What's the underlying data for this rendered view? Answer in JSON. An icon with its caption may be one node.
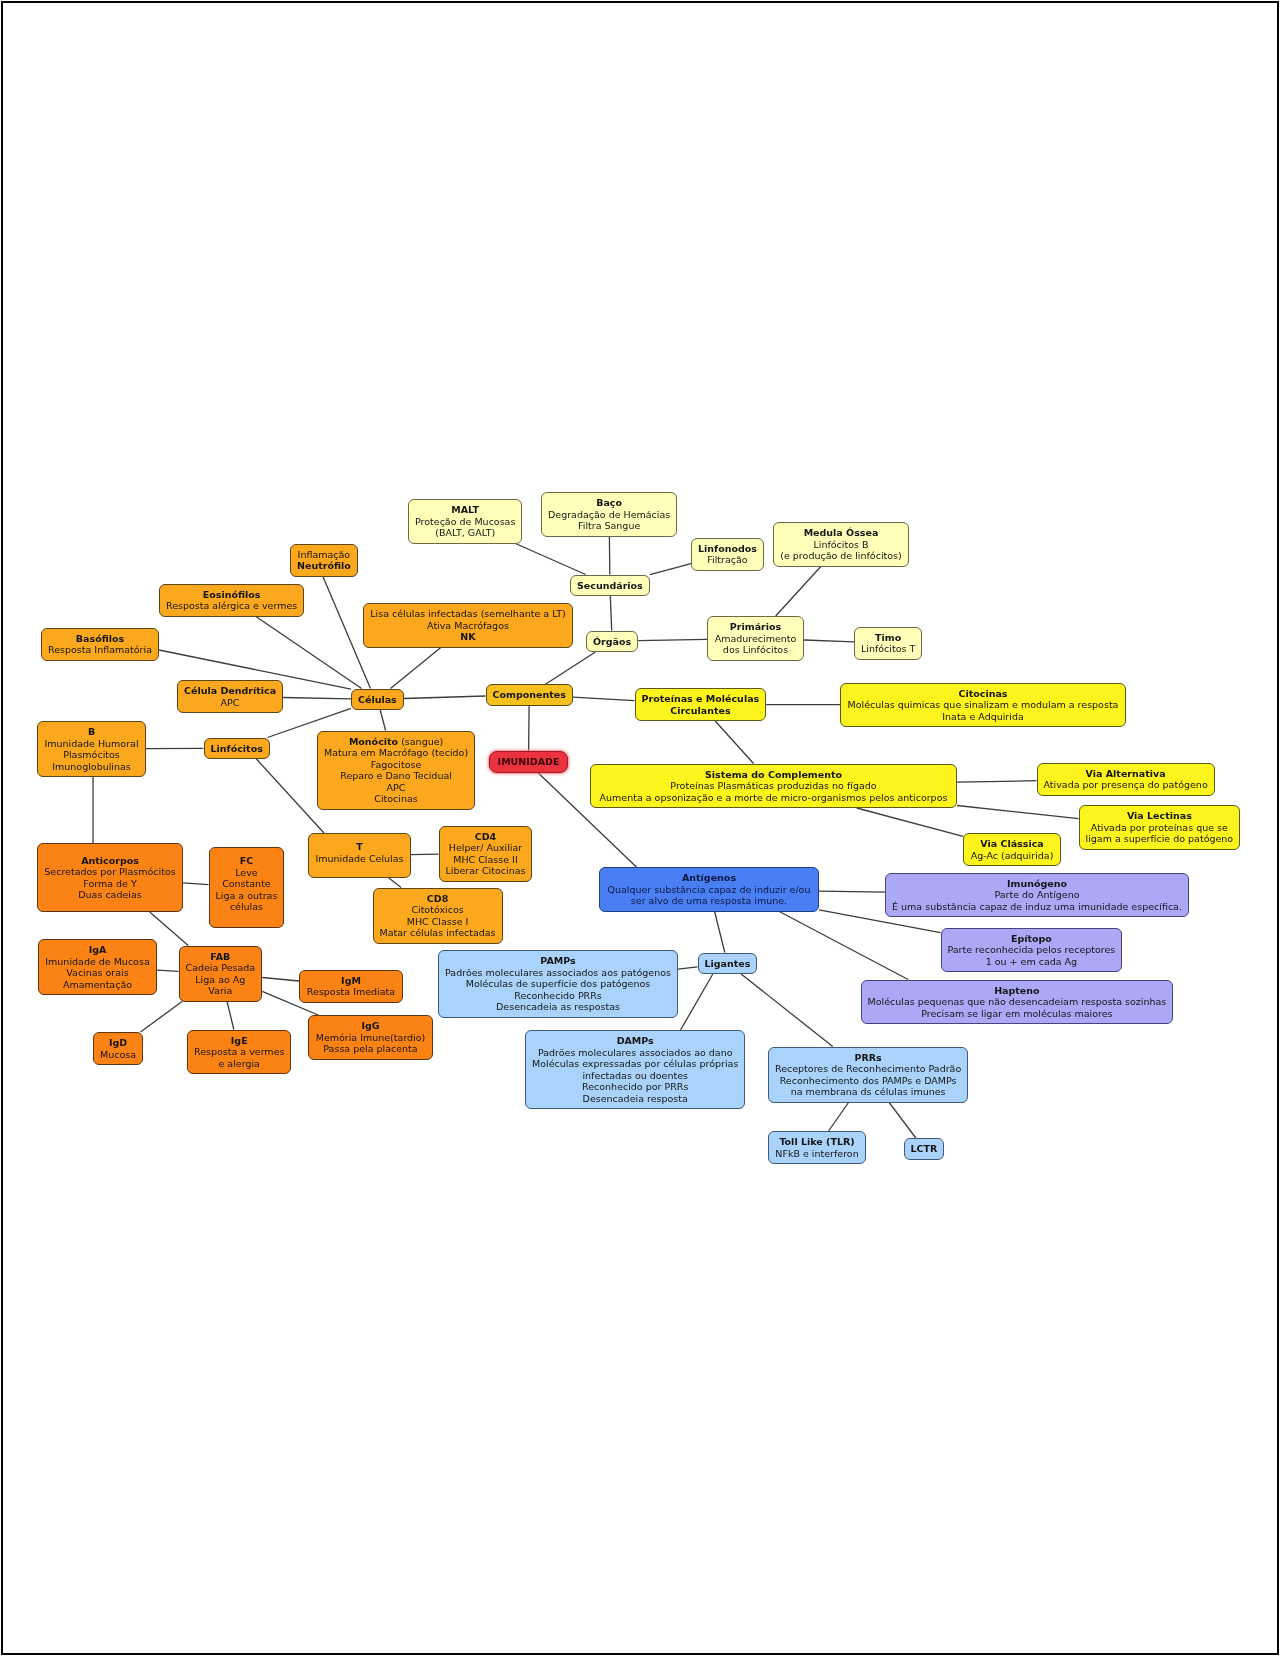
{
  "diagram": {
    "nodes": [
      {
        "text": [
          "Baço",
          "Degradação de Hemácias Filtra Sangue"
        ]
      },
      {
        "text": [
          "MALT",
          "Proteção de Mucosas (BALT, GALT)"
        ]
      },
      {
        "text": [
          "Medula Óssea",
          "Linfócitos B (e produção de linfócitos)"
        ]
      },
      {
        "text": [
          "Inflamação",
          "Neutrófilo"
        ]
      },
      {
        "text": [
          "Linfonodos",
          "Filtração"
        ]
      },
      {
        "text": [
          "Secundários"
        ]
      },
      {
        "text": [
          "Eosinófilos",
          "Resposta alérgica e vermes"
        ]
      },
      {
        "text": [
          "Lisa células infectadas (semelhante a LT) Ativa Macrófagos",
          "NK"
        ]
      },
      {
        "text": [
          "Primários",
          "Amadurecimento dos Linfócitos"
        ]
      },
      {
        "text": [
          "Basófilos",
          "Resposta Inflamatória"
        ]
      },
      {
        "text": [
          "Órgãos"
        ]
      },
      {
        "text": [
          "Timo",
          "Linfócitos T"
        ]
      },
      {
        "text": [
          "Célula Dendrítica",
          "APC"
        ]
      },
      {
        "text": [
          "Componentes"
        ]
      },
      {
        "text": [
          "Células"
        ]
      },
      {
        "text": [
          "Proteínas e Moléculas Circulantes"
        ]
      },
      {
        "text": [
          "Citocinas",
          "Moléculas quimicas que sinalizam e modulam a resposta Inata e Adquirida"
        ]
      },
      {
        "text": [
          "B",
          "Imunidade Humoral Plasmócitos Imunoglobulinas"
        ]
      },
      {
        "text": [
          "Linfócitos"
        ]
      },
      {
        "text": [
          "**Monócito** (sangue)",
          "Matura em Macrófago (tecido) Fagocitose Reparo e Dano Tecidual APC Citocinas"
        ]
      },
      {
        "text": [
          "IMUNIDADE"
        ]
      },
      {
        "text": [
          "Sistema do Complemento",
          "Proteínas Plasmáticas produzidas no fígado Aumenta a opsonização e a morte de micro-organismos pelos anticorpos"
        ]
      },
      {
        "text": [
          "Via Alternativa",
          "Ativada por presença do patógeno"
        ]
      },
      {
        "text": [
          "Via Lectinas",
          "Ativada por proteínas que se ligam a superfície do patógeno"
        ]
      },
      {
        "text": [
          "Anticorpos",
          "Secretados por Plasmócitos Forma de Y Duas cadeias"
        ]
      },
      {
        "text": [
          "FC",
          "Leve Constante Liga a outras células"
        ]
      },
      {
        "text": [
          "T",
          "Imunidade Celulas"
        ]
      },
      {
        "text": [
          "CD4",
          "Helper/ Auxiliar MHC Classe II Liberar Citocinas"
        ]
      },
      {
        "text": [
          "Via Clássica",
          "Ag-Ac (adquirida)"
        ]
      },
      {
        "text": [
          "Antígenos",
          "Qualquer substância capaz de induzir e/ou ser alvo de uma resposta imune."
        ]
      },
      {
        "text": [
          "Imunógeno",
          "Parte do Antígeno É uma substância capaz de induz uma imunidade específica."
        ]
      },
      {
        "text": [
          "CD8",
          "Citotóxicos MHC Classe I Matar células infectadas"
        ]
      },
      {
        "text": [
          "Epítopo",
          "Parte reconhecida pelos receptores 1 ou + em cada Ag"
        ]
      },
      {
        "text": [
          "IgA",
          "Imunidade de Mucosa Vacinas orais Amamentação"
        ]
      },
      {
        "text": [
          "FAB",
          "Cadeia Pesada Liga ao Ag Varia"
        ]
      },
      {
        "text": [
          "PAMPs",
          "Padrões moleculares associados aos patógenos Moléculas de superfície dos patógenos Reconhecido PRRs Desencadeia as respostas"
        ]
      },
      {
        "text": [
          "Ligantes"
        ]
      },
      {
        "text": [
          "IgM",
          "Resposta Imediata"
        ]
      },
      {
        "text": [
          "Hapteno",
          "Moléculas pequenas que não desencadeiam resposta sozinhas Precisam se ligar em moléculas maiores"
        ]
      },
      {
        "text": [
          "IgG",
          "Memória Imune(tardio) Passa pela placenta"
        ]
      },
      {
        "text": [
          "IgD",
          "Mucosa"
        ]
      },
      {
        "text": [
          "IgE",
          "Resposta a vermes e alergia"
        ]
      },
      {
        "text": [
          "DAMPs",
          "Padrões moleculares associados ao dano Moléculas expressadas por células próprias infectadas ou doentes Reconhecido por PRRs Desencadeia resposta"
        ]
      },
      {
        "text": [
          "PRRs",
          "Receptores de Reconhecimento Padrão Reconhecimento dos PAMPs e DAMPs na membrana ds células imunes"
        ]
      },
      {
        "text": [
          "Toll Like (TLR)",
          "NFkB e interferon"
        ]
      },
      {
        "text": [
          "LCTR"
        ]
      }
    ],
    "edges": [
      {
        "from": 20,
        "to": 13,
        "arrow": "none"
      },
      {
        "from": 13,
        "to": 14,
        "arrow": "none"
      },
      {
        "from": 13,
        "to": 10,
        "arrow": "none"
      },
      {
        "from": 13,
        "to": 15,
        "arrow": "none"
      },
      {
        "from": 10,
        "to": 5,
        "arrow": "none"
      },
      {
        "from": 10,
        "to": 8,
        "arrow": "none"
      },
      {
        "from": 5,
        "to": 1,
        "arrow": "none"
      },
      {
        "from": 5,
        "to": 0,
        "arrow": "none"
      },
      {
        "from": 5,
        "to": 4,
        "arrow": "none"
      },
      {
        "from": 8,
        "to": 2,
        "arrow": "none"
      },
      {
        "from": 8,
        "to": 11,
        "arrow": "none"
      },
      {
        "from": 15,
        "to": 16,
        "arrow": "none"
      },
      {
        "from": 15,
        "to": 21,
        "arrow": "none"
      },
      {
        "from": 21,
        "to": 22,
        "arrow": "none"
      },
      {
        "from": 21,
        "to": 23,
        "arrow": "none"
      },
      {
        "from": 21,
        "to": 28,
        "arrow": "none"
      },
      {
        "from": 14,
        "to": 3,
        "arrow": "none"
      },
      {
        "from": 14,
        "to": 6,
        "arrow": "none"
      },
      {
        "from": 14,
        "to": 9,
        "arrow": "none"
      },
      {
        "from": 14,
        "to": 12,
        "arrow": "none"
      },
      {
        "from": 14,
        "to": 7,
        "arrow": "none"
      },
      {
        "from": 14,
        "to": 18,
        "arrow": "none"
      },
      {
        "from": 14,
        "to": 19,
        "arrow": "none"
      },
      {
        "from": 18,
        "to": 17,
        "arrow": "none"
      },
      {
        "from": 18,
        "to": 26,
        "arrow": "none"
      },
      {
        "from": 26,
        "to": 27,
        "arrow": "none"
      },
      {
        "from": 26,
        "to": 31,
        "arrow": "none"
      },
      {
        "from": 17,
        "to": 24,
        "arrow": "none"
      },
      {
        "from": 24,
        "to": 25,
        "arrow": "none"
      },
      {
        "from": 24,
        "to": 34,
        "arrow": "none"
      },
      {
        "from": 34,
        "to": 33,
        "arrow": "none"
      },
      {
        "from": 34,
        "to": 37,
        "arrow": "none"
      },
      {
        "from": 34,
        "to": 40,
        "arrow": "none"
      },
      {
        "from": 34,
        "to": 41,
        "arrow": "none"
      },
      {
        "from": 34,
        "to": 39,
        "arrow": "none"
      },
      {
        "from": 20,
        "to": 29,
        "arrow": "none"
      },
      {
        "from": 29,
        "to": 30,
        "arrow": "none"
      },
      {
        "from": 29,
        "to": 32,
        "arrow": "none"
      },
      {
        "from": 29,
        "to": 38,
        "arrow": "none"
      },
      {
        "from": 29,
        "to": 36,
        "arrow": "none"
      },
      {
        "from": 36,
        "to": 35,
        "arrow": "none"
      },
      {
        "from": 36,
        "to": 42,
        "arrow": "none"
      },
      {
        "from": 36,
        "to": 43,
        "arrow": "none"
      },
      {
        "from": 43,
        "to": 44,
        "arrow": "none"
      },
      {
        "from": 43,
        "to": 45,
        "arrow": "none"
      }
    ]
  }
}
